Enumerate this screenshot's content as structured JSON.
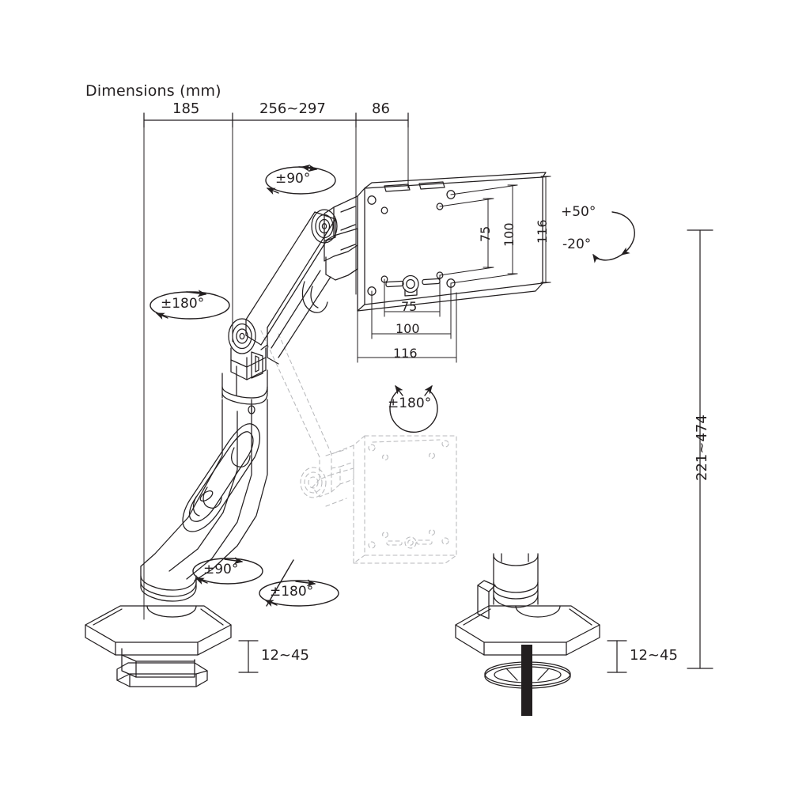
{
  "drawing": {
    "title": "Dimensions (mm)",
    "subject": "monitor-arm-desk-mount-technical-drawing",
    "units": "mm",
    "line_color": "#231f20",
    "ghost_color": "#b9babd",
    "background": "#ffffff"
  },
  "top_dimension_chain": {
    "orientation": "horizontal",
    "segments": [
      {
        "label": "185",
        "name": "base-to-first-joint"
      },
      {
        "label": "256~297",
        "name": "arm-extension-range"
      },
      {
        "label": "86",
        "name": "vesa-plate-offset"
      }
    ]
  },
  "vesa_vertical_dims": [
    {
      "label": "75",
      "name": "vesa-vertical-75"
    },
    {
      "label": "100",
      "name": "vesa-vertical-100"
    },
    {
      "label": "116",
      "name": "vesa-vertical-116"
    }
  ],
  "vesa_horizontal_dims": [
    {
      "label": "75",
      "name": "vesa-horizontal-75"
    },
    {
      "label": "100",
      "name": "vesa-horizontal-100"
    },
    {
      "label": "116",
      "name": "vesa-horizontal-116"
    }
  ],
  "height_dimension": {
    "label": "221~474",
    "name": "height-adjustment-range"
  },
  "clamp_thickness": {
    "left": {
      "label": "12~45",
      "name": "desk-clamp-thickness"
    },
    "right": {
      "label": "12~45",
      "name": "grommet-desk-thickness"
    }
  },
  "tilt": {
    "up_label": "+50°",
    "down_label": "-20°",
    "name": "tilt-range"
  },
  "rotations": [
    {
      "label": "±90°",
      "name": "rotation-top-arm-swivel",
      "style": "ellipse"
    },
    {
      "label": "±180°",
      "name": "rotation-mid-arm-swivel",
      "style": "ellipse"
    },
    {
      "label": "±180°",
      "name": "rotation-screen-portrait",
      "style": "circle"
    },
    {
      "label": "±90°",
      "name": "rotation-base-lower-swivel",
      "style": "ellipse"
    },
    {
      "label": "±180°",
      "name": "rotation-base-upper-swivel",
      "style": "ellipse"
    }
  ]
}
